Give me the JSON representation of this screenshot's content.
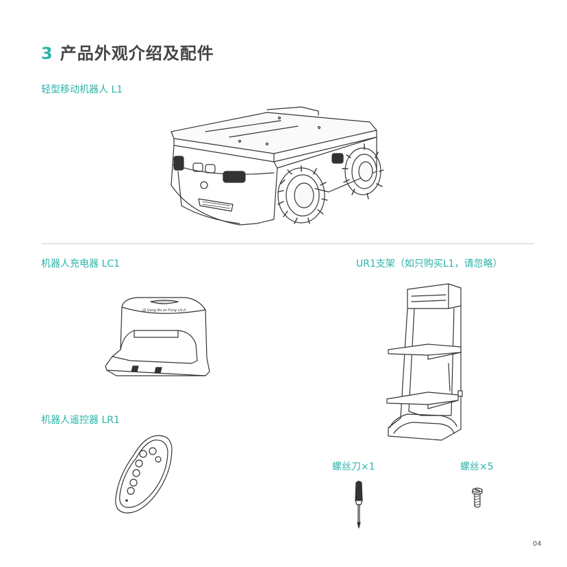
{
  "header": {
    "number": "3",
    "title": "产品外观介绍及配件"
  },
  "items": {
    "robot": {
      "label": "轻型移动机器人 L1"
    },
    "charger": {
      "label": "机器人充电器 LC1",
      "device_text": "JD Dang Bo en Fung Lfs.II"
    },
    "stand": {
      "label": "UR1支架（如只购买L1，请忽略）"
    },
    "remote": {
      "label": "机器人遥控器 LR1"
    },
    "screwdriver": {
      "label": "螺丝刀×1"
    },
    "screw": {
      "label": "螺丝×5"
    }
  },
  "footer": {
    "page_number": "04"
  },
  "colors": {
    "accent": "#2bb3aa",
    "text": "#444444",
    "line": "#333333",
    "divider": "#cfcfcf"
  },
  "icons": [
    "robot-l1-illustration",
    "charger-lc1-illustration",
    "stand-ur1-illustration",
    "remote-lr1-illustration",
    "screwdriver-illustration",
    "screw-illustration"
  ]
}
